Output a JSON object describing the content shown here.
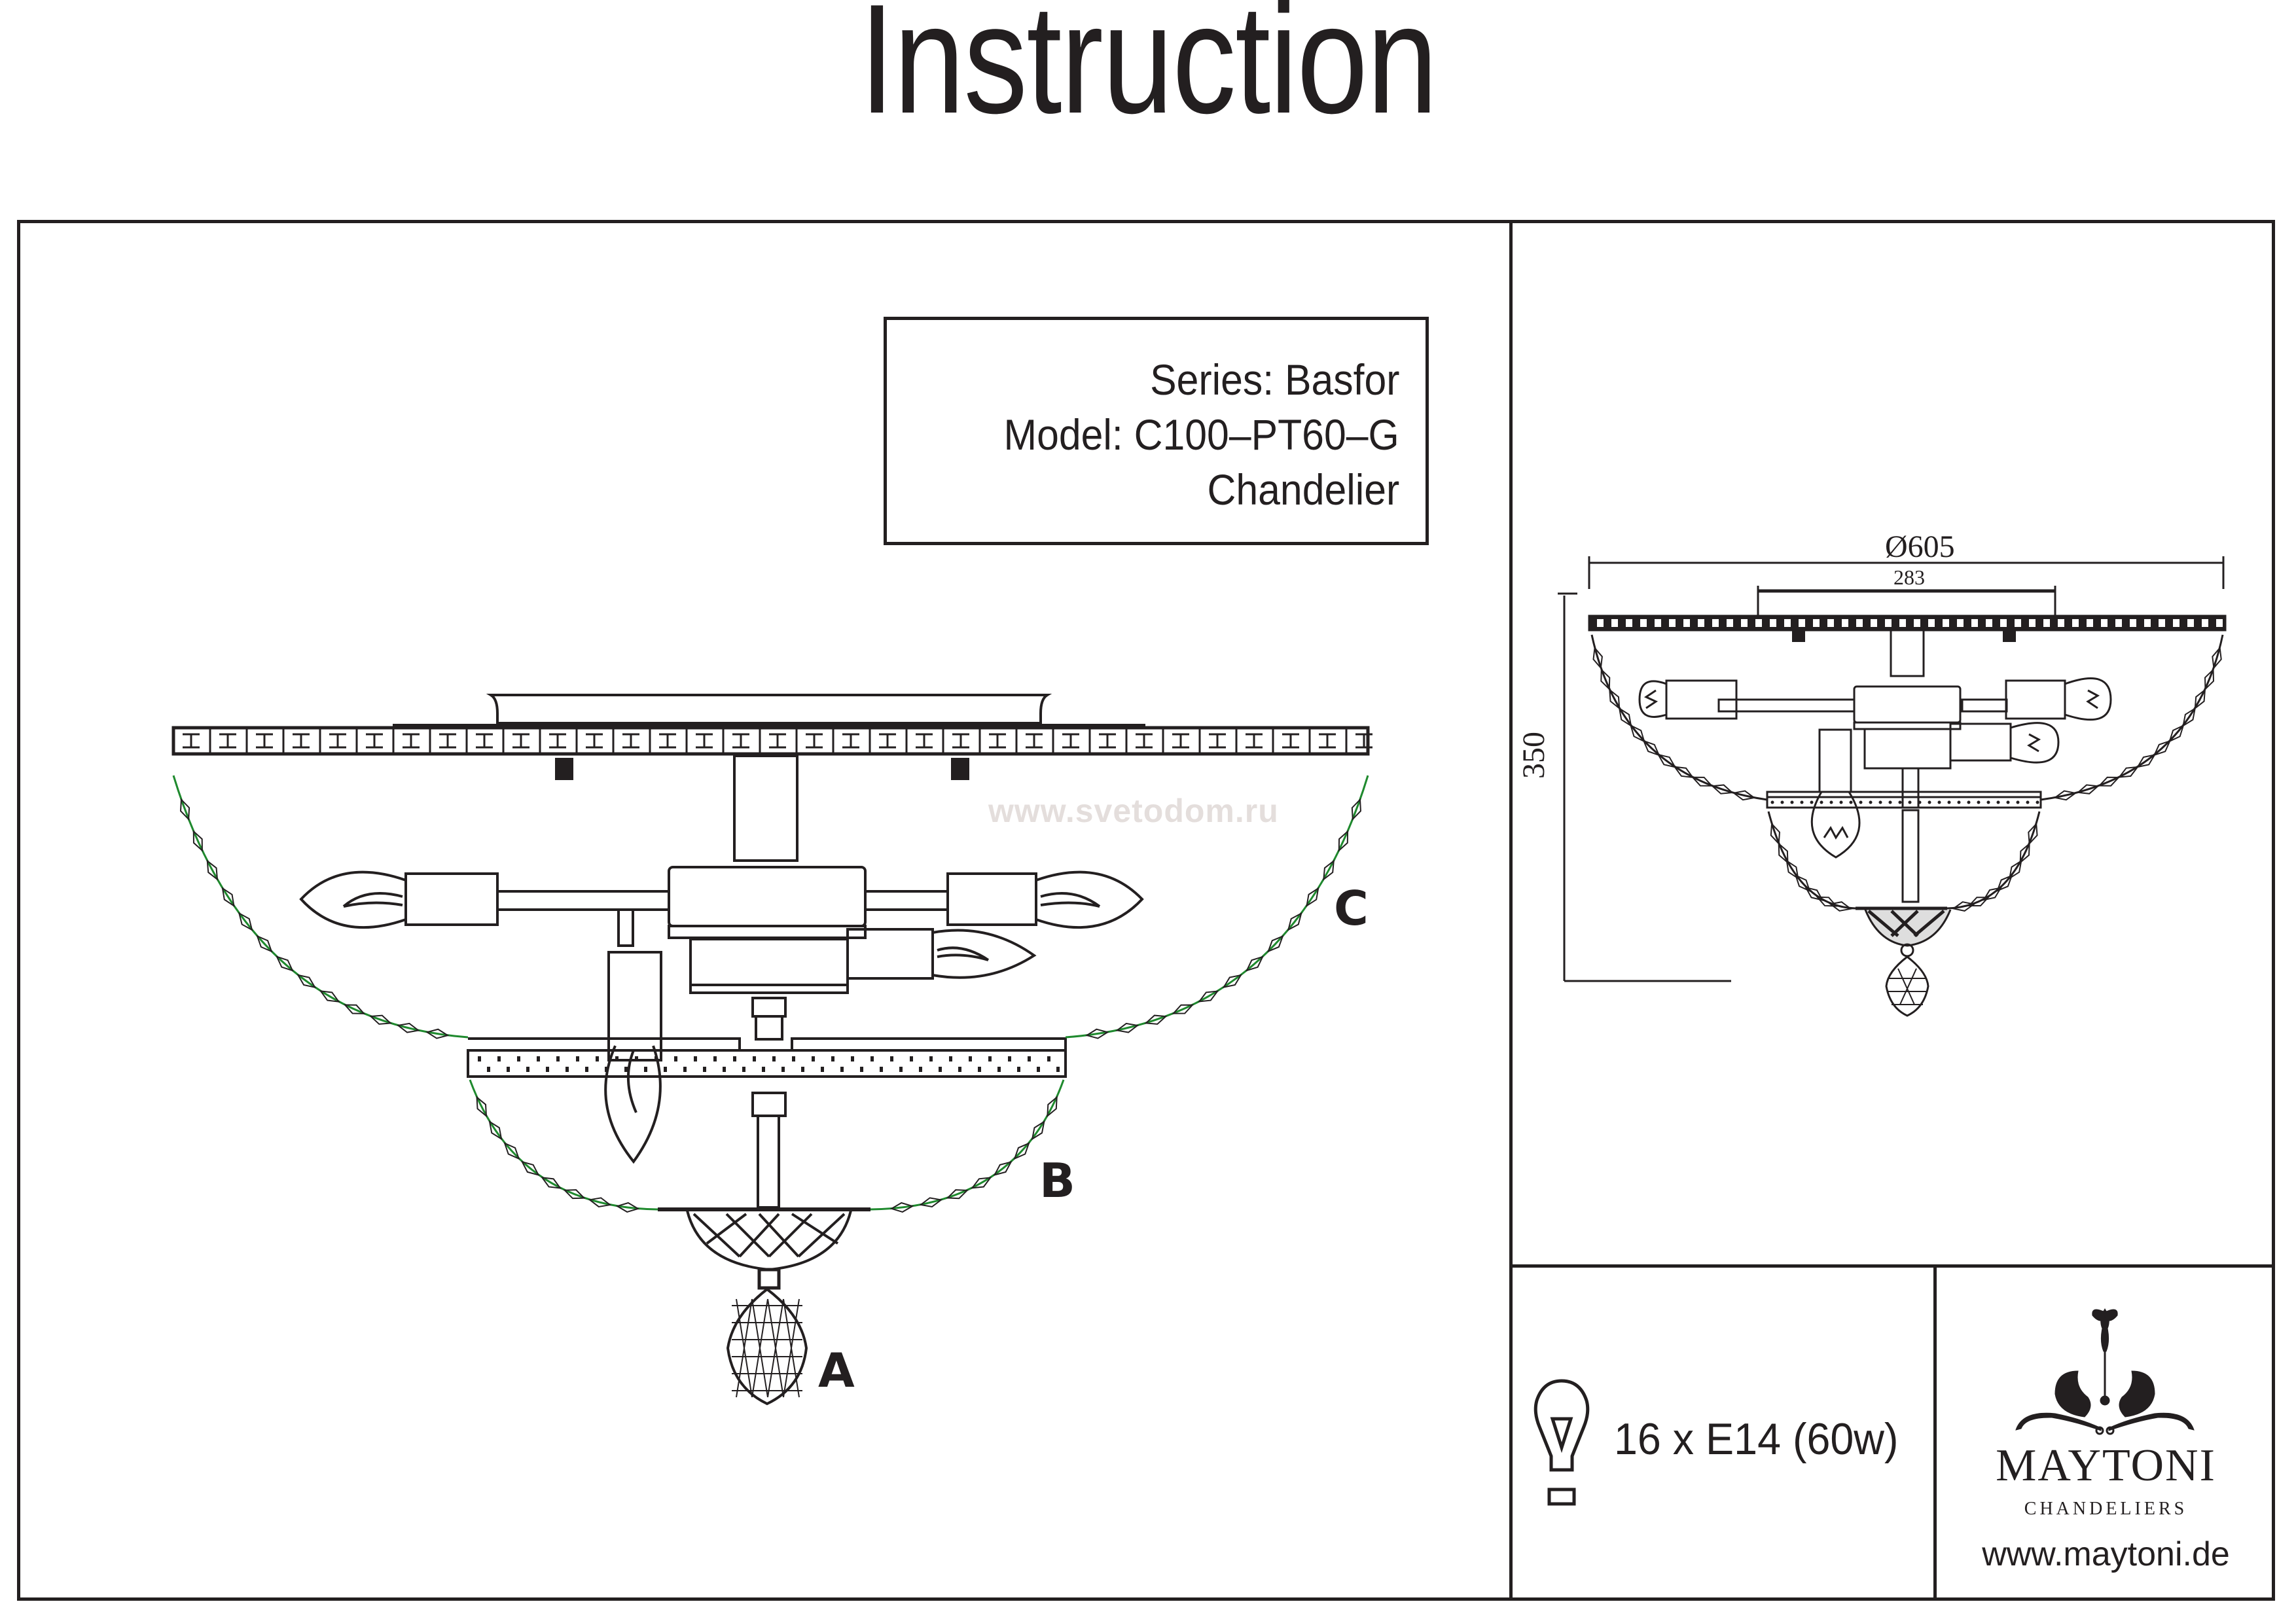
{
  "document": {
    "title": "Instruction"
  },
  "info": {
    "series": "Series: Basfor",
    "model": "Model: C100–PT60–G",
    "type": "Chandelier"
  },
  "drawing_main": {
    "watermark": "www.svetodom.ru",
    "part_labels": [
      "A",
      "B",
      "C"
    ],
    "accent_color": "#1f8a2e"
  },
  "drawing_dimensions": {
    "diameter": "Ø605",
    "top_width": "283",
    "height": "350"
  },
  "specs": {
    "bulb_icon": "light-bulb-icon",
    "bulbs": "16 x E14 (60w)"
  },
  "brand": {
    "logo_icon": "maytoni-ornament-icon",
    "name": "MAYTONI",
    "subtitle": "CHANDELIERS",
    "url": "www.maytoni.de"
  }
}
